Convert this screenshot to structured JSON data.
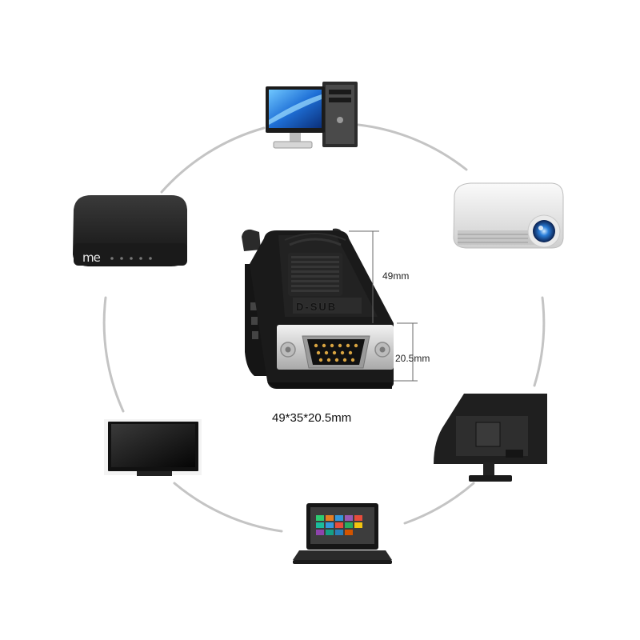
{
  "product": {
    "dimension_height": "49mm",
    "dimension_depth": "20.5mm",
    "dimensions_label": "49*35*20.5mm",
    "brand_mark": "D-SUB"
  },
  "devices": {
    "router_logo": "me"
  },
  "colors": {
    "ring": "#c4c4c4",
    "connector_body": "#1a1a1a",
    "metal_shell": "#d8d8d8",
    "screen_blue": "#1e6fd6"
  }
}
